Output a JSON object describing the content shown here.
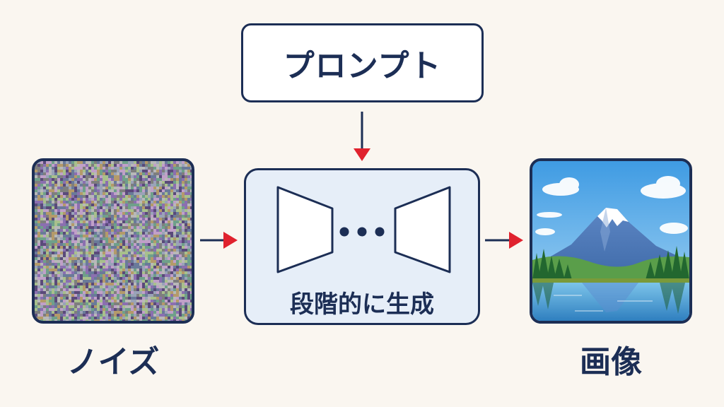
{
  "prompt": {
    "label": "プロンプト"
  },
  "generator": {
    "label": "段階的に生成"
  },
  "input": {
    "caption": "ノイズ"
  },
  "output": {
    "caption": "画像"
  },
  "colors": {
    "background": "#faf6f0",
    "outline": "#1c2e55",
    "arrowhead": "#e0222e",
    "generator_fill": "#e6eef8"
  },
  "icons": [
    "noise-texture",
    "encoder-trapezoid-icon",
    "ellipsis-icon",
    "decoder-trapezoid-icon",
    "mountain-lake-landscape"
  ]
}
